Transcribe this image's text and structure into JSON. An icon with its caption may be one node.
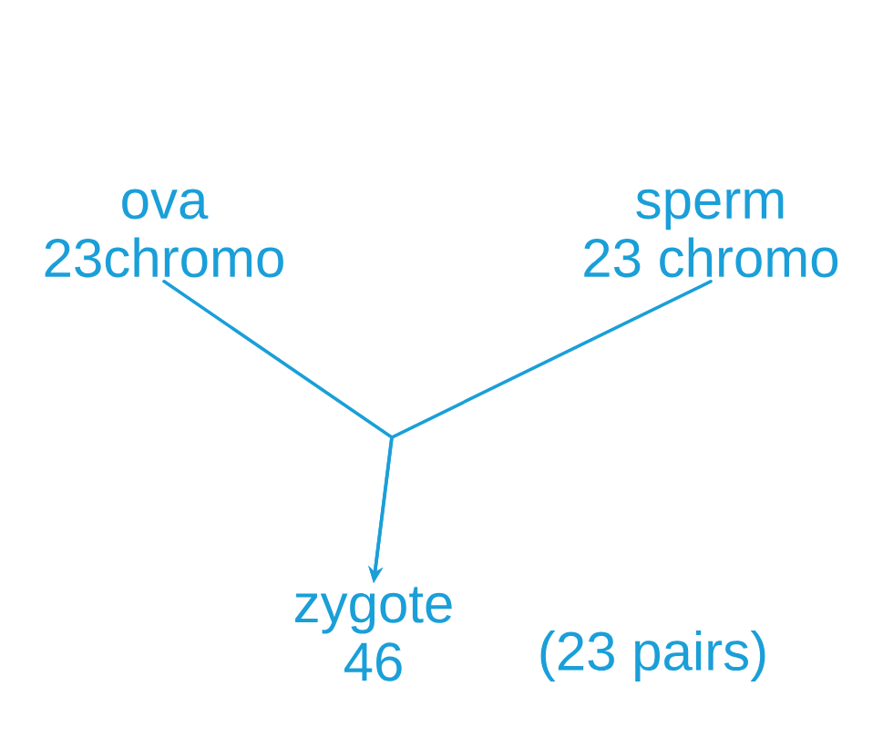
{
  "diagram": {
    "nodes": [
      {
        "text": [
          "ova",
          "23chromo"
        ]
      },
      {
        "text": [
          "sperm",
          "23 chromo"
        ]
      },
      {
        "text": [
          "zygote",
          "46"
        ],
        "beside": [
          "(23 pairs)"
        ]
      }
    ],
    "edges": [
      {
        "from": 0,
        "to": 2,
        "arrow": "to"
      },
      {
        "from": 1,
        "to": 2,
        "arrow": "to"
      }
    ]
  }
}
